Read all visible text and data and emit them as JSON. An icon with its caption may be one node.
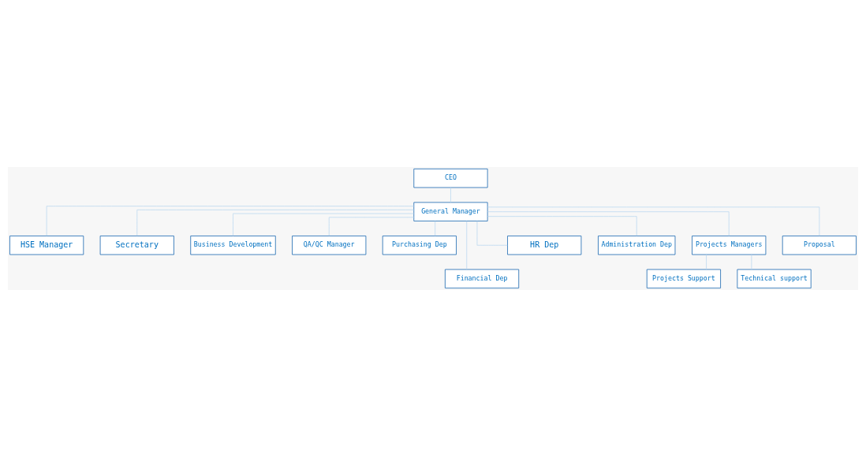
{
  "diagram": {
    "nodes": [
      {
        "text": [
          "CEO"
        ]
      },
      {
        "text": [
          "General Manager"
        ]
      },
      {
        "text": [
          "HSE Manager"
        ]
      },
      {
        "text": [
          "Secretary"
        ]
      },
      {
        "text": [
          "Business Development"
        ]
      },
      {
        "text": [
          "QA/QC Manager"
        ]
      },
      {
        "text": [
          "Purchasing Dep"
        ]
      },
      {
        "text": [
          "Financial Dep"
        ]
      },
      {
        "text": [
          "HR Dep"
        ]
      },
      {
        "text": [
          "Administration Dep"
        ]
      },
      {
        "text": [
          "Projects Managers"
        ]
      },
      {
        "text": [
          "Projects Support"
        ]
      },
      {
        "text": [
          "Technical support"
        ]
      },
      {
        "text": [
          "Proposal"
        ]
      }
    ],
    "edges": [
      {
        "from": 0,
        "to": 1,
        "arrow": "none"
      },
      {
        "from": 1,
        "to": 2,
        "arrow": "none"
      },
      {
        "from": 1,
        "to": 3,
        "arrow": "none"
      },
      {
        "from": 1,
        "to": 4,
        "arrow": "none"
      },
      {
        "from": 1,
        "to": 5,
        "arrow": "none"
      },
      {
        "from": 1,
        "to": 6,
        "arrow": "none"
      },
      {
        "from": 1,
        "to": 10,
        "arrow": "none"
      },
      {
        "from": 1,
        "to": 7,
        "arrow": "none"
      },
      {
        "from": 1,
        "to": 8,
        "arrow": "none"
      },
      {
        "from": 1,
        "to": 9,
        "arrow": "none"
      },
      {
        "from": 1,
        "to": 13,
        "arrow": "none"
      },
      {
        "from": 10,
        "to": 11,
        "arrow": "none"
      },
      {
        "from": 10,
        "to": 12,
        "arrow": "none"
      }
    ]
  }
}
